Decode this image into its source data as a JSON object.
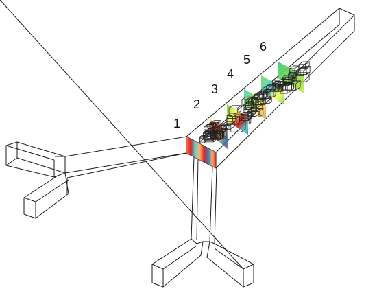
{
  "section_labels": [
    "1",
    "2",
    "3",
    "4",
    "5",
    "6"
  ],
  "colors": {
    "outline": "#1a1a1a",
    "field_red": "#d7191c",
    "field_orange": "#fdae61",
    "field_yellow": "#ffff66",
    "field_green": "#7fd34e",
    "field_cyan": "#4fd6d6",
    "field_blue": "#2c7bb6"
  }
}
